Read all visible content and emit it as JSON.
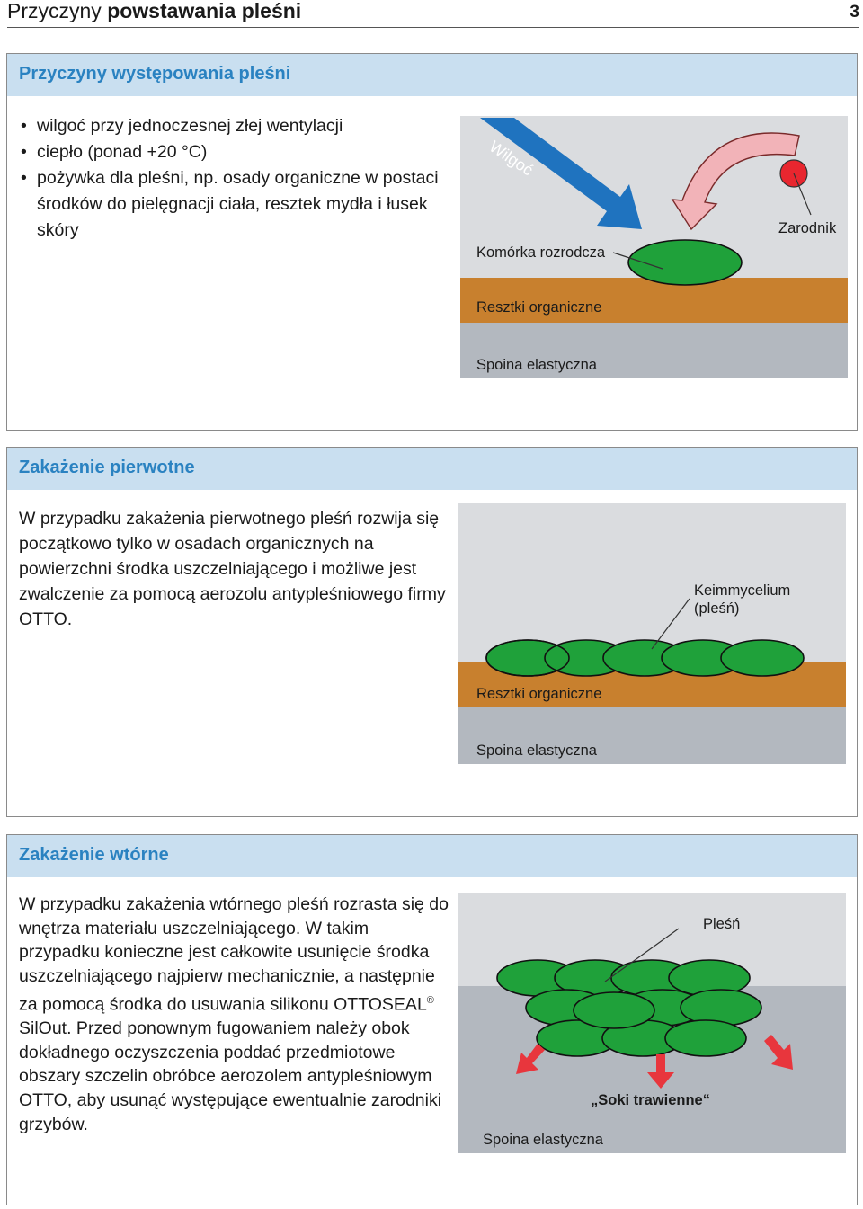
{
  "header": {
    "title_regular": "Przyczyny",
    "title_bold": "powstawania pleśni",
    "page_number": "3"
  },
  "section1": {
    "title": "Przyczyny występowania pleśni",
    "bullets": [
      "wilgoć przy jednoczesnej złej wentylacji",
      "ciepło (ponad +20 °C)",
      "pożywka dla pleśni, np. osady organiczne w postaci środków do pielęgnacji ciała, resztek mydła i łusek skóry"
    ],
    "diagram": {
      "moisture_label": "Wilgoć",
      "spore_label": "Zarodnik",
      "germ_cell_label": "Komórka rozrodcza",
      "organic_label": "Resztki organiczne",
      "joint_label": "Spoina elastyczna"
    }
  },
  "section2": {
    "title": "Zakażenie pierwotne",
    "text": "W przypadku zakażenia pierwotnego pleśń rozwija się początkowo tylko w osadach organicznych na powierzchni środka uszczelniającego i możliwe jest zwalczenie za pomocą aerozolu antypleśniowego firmy OTTO.",
    "diagram": {
      "mycelium_label_line1": "Keimmycelium",
      "mycelium_label_line2": "(pleśń)",
      "organic_label": "Resztki organiczne",
      "joint_label": "Spoina elastyczna"
    }
  },
  "section3": {
    "title": "Zakażenie wtórne",
    "text_before_mark": "W przypadku zakażenia wtórnego pleśń rozrasta się do wnętrza materiału uszczelniającego. W takim przypadku konieczne jest całkowite usunięcie środka uszczelniającego najpierw mechanicznie, a następnie za pomocą środka do usuwania silikonu OTTOSEAL",
    "registered_mark": "®",
    "text_after_mark": " SilOut. Przed ponownym fugowaniem należy obok dokładnego oczyszczenia poddać przedmiotowe obszary szczelin obróbce aerozolem antypleśniowym OTTO, aby usunąć występujące ewentualnie zarodniki grzybów.",
    "diagram": {
      "mold_label": "Pleśń",
      "juices_label": "„Soki trawienne“",
      "joint_label": "Spoina elastyczna"
    }
  },
  "colors": {
    "title_blue": "#2a82c1",
    "band_blue": "#c9dff0",
    "diagram_bg": "#dadcdf",
    "organic_brown": "#c8802e",
    "joint_gray": "#b3b8bf",
    "cell_green": "#1fa13a",
    "arrow_blue": "#1f73bf",
    "arrow_pink": "#f2b3b8",
    "spore_red": "#e8262f",
    "juice_red": "#e8363d"
  }
}
